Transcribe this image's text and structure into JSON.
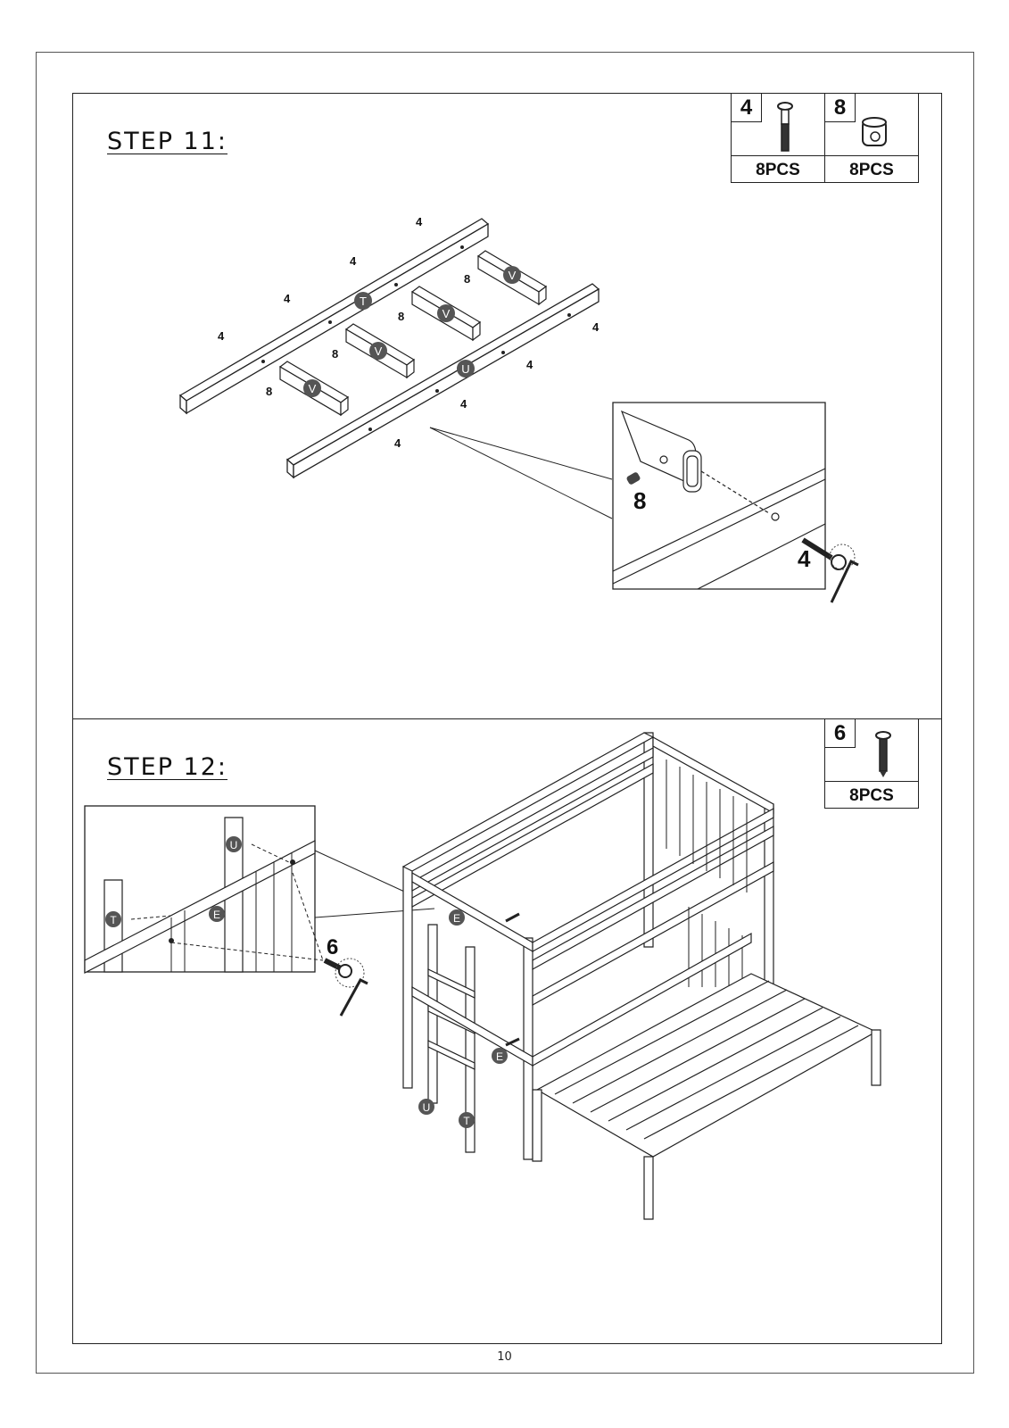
{
  "step11": {
    "title": "STEP 11:",
    "hardware": [
      {
        "part_number": "4",
        "quantity": "8PCS",
        "icon": "bolt-icon"
      },
      {
        "part_number": "8",
        "quantity": "8PCS",
        "icon": "barrel-nut-icon"
      }
    ],
    "part_labels": {
      "rail_t": "T",
      "rail_u": "U",
      "slat_v": "V"
    },
    "callout_bolt": "4",
    "callout_nut": "8",
    "detail_bolt": "4",
    "detail_nut": "8"
  },
  "step12": {
    "title": "STEP 12:",
    "hardware": [
      {
        "part_number": "6",
        "quantity": "8PCS",
        "icon": "screw-icon"
      }
    ],
    "part_labels": {
      "t": "T",
      "u": "U",
      "e": "E"
    },
    "detail_screw": "6"
  },
  "page_number": "10"
}
